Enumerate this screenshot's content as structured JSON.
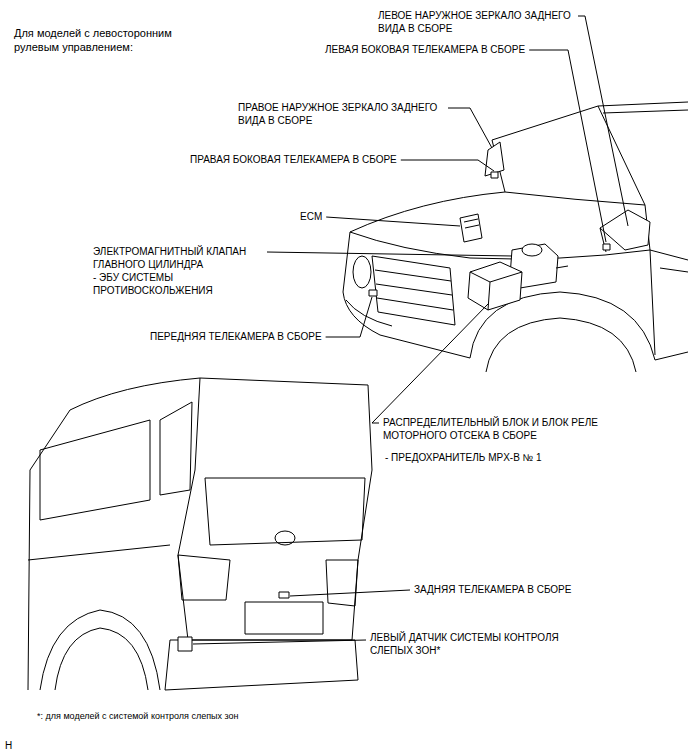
{
  "diagram": {
    "labels": [
      "Для моделей с левосторонним рулевым управлением:",
      "ЛЕВОЕ НАРУЖНОЕ ЗЕРКАЛО ЗАДНЕГО ВИДА В СБОРЕ",
      "ЛЕВАЯ БОКОВАЯ ТЕЛЕКАМЕРА В СБОРЕ",
      "ПРАВОЕ НАРУЖНОЕ ЗЕРКАЛО ЗАДНЕГО ВИДА В СБОРЕ",
      "ПРАВАЯ БОКОВАЯ ТЕЛЕКАМЕРА В СБОРЕ",
      "ECM",
      "ЭЛЕКТРОМАГНИТНЫЙ КЛАПАН ГЛАВНОГО ЦИЛИНДРА",
      "- ЭБУ СИСТЕМЫ ПРОТИВОСКОЛЬЖЕНИЯ",
      "ПЕРЕДНЯЯ ТЕЛЕКАМЕРА В СБОРЕ",
      "РАСПРЕДЕЛИТЕЛЬНЫЙ БЛОК И БЛОК РЕЛЕ МОТОРНОГО ОТСЕКА В СБОРЕ",
      "- ПРЕДОХРАНИТЕЛЬ MPX-B № 1",
      "ЗАДНЯЯ ТЕЛЕКАМЕРА В СБОРЕ",
      "ЛЕВЫЙ ДАТЧИК СИСТЕМЫ КОНТРОЛЯ СЛЕПЫХ ЗОН*",
      "*: для моделей с системой контроля слепых зон",
      "H"
    ]
  }
}
